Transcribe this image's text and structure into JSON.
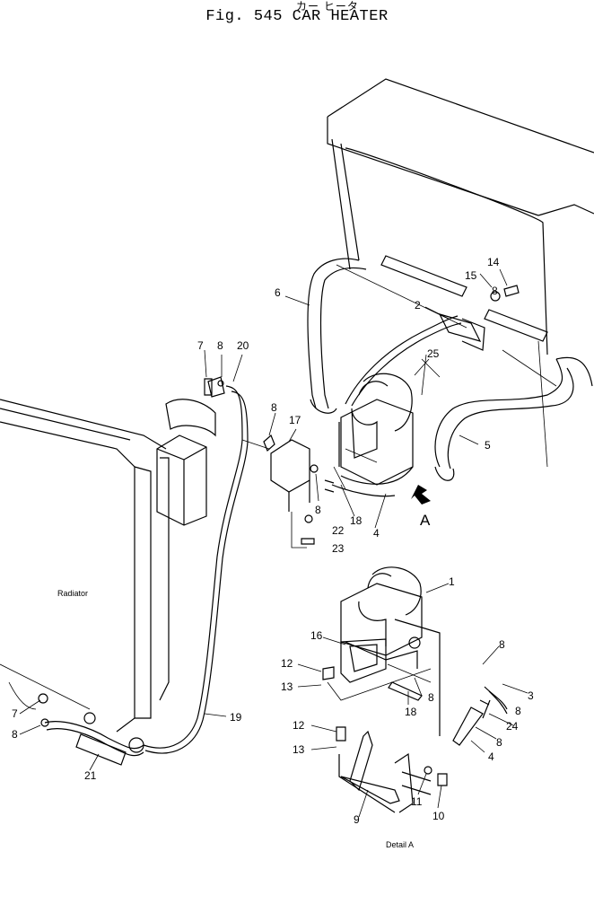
{
  "header": {
    "japanese": "カー ヒータ",
    "title": "Fig. 545  CAR HEATER"
  },
  "labels": {
    "radiator": "Radiator",
    "detail": "Detail A",
    "view_arrow": "A"
  },
  "callouts": {
    "p1": "1",
    "p2": "2",
    "p3": "3",
    "p4a": "4",
    "p4b": "4",
    "p5": "5",
    "p6": "6",
    "p7a": "7",
    "p7b": "7",
    "p8a": "8",
    "p8b": "8",
    "p8c": "8",
    "p8d": "8",
    "p8e": "8",
    "p8f": "8",
    "p8g": "8",
    "p8h": "8",
    "p9": "9",
    "p10": "10",
    "p11": "11",
    "p12a": "12",
    "p12b": "12",
    "p13a": "13",
    "p13b": "13",
    "p14": "14",
    "p15": "15",
    "p16": "16",
    "p17": "17",
    "p18a": "18",
    "p18b": "18",
    "p19": "19",
    "p20": "20",
    "p21": "21",
    "p22": "22",
    "p23": "23",
    "p24": "24",
    "p25": "25"
  }
}
